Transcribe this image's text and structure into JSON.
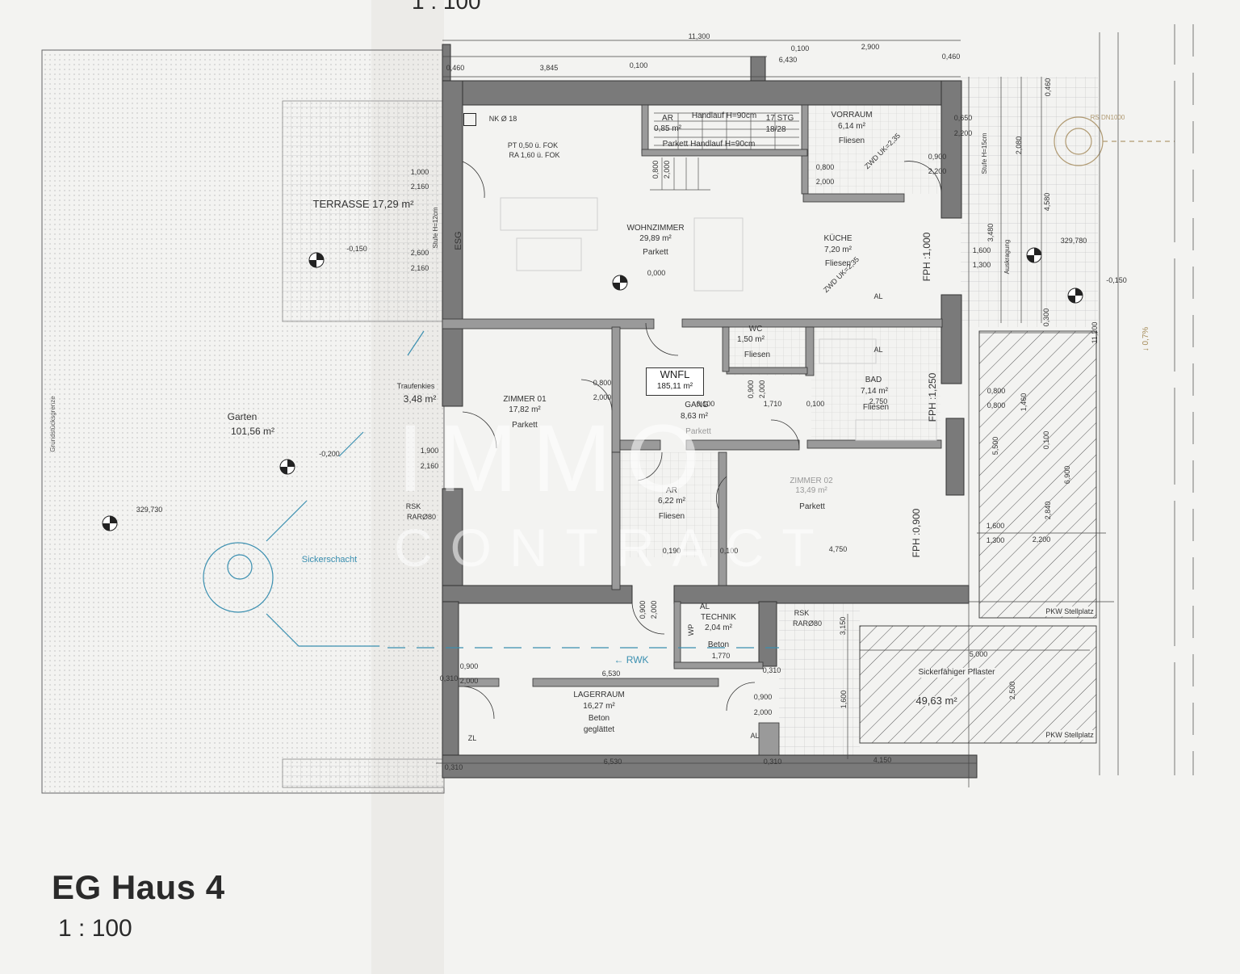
{
  "drawing": {
    "title": "EG Haus 4",
    "scale": "1 : 100",
    "top_scale_partial": "1 : 100",
    "watermark": {
      "line1": "IMMO",
      "line2": "CONTRACT"
    }
  },
  "rooms": {
    "terrasse": "TERRASSE 17,29 m²",
    "garten_name": "Garten",
    "garten_area": "101,56 m²",
    "wohnzimmer": [
      "WOHNZIMMER",
      "29,89 m²",
      "Parkett"
    ],
    "kueche": [
      "KÜCHE",
      "7,20 m²",
      "Fliesen"
    ],
    "vorraum": [
      "VORRAUM",
      "6,14 m²",
      "Fliesen"
    ],
    "ar_top": [
      "AR",
      "0,85 m²",
      "Parkett"
    ],
    "stg": [
      "17 STG",
      "18/28"
    ],
    "zimmer01": [
      "ZIMMER 01",
      "17,82 m²",
      "Parkett"
    ],
    "wnfl": [
      "WNFL",
      "185,11 m²"
    ],
    "gang": [
      "GANG",
      "8,63 m²",
      "Parkett"
    ],
    "wc": [
      "WC",
      "1,50 m²",
      "Fliesen"
    ],
    "bad": [
      "BAD",
      "7,14 m²",
      "Fliesen"
    ],
    "ar_mid": [
      "AR",
      "6,22 m²",
      "Fliesen"
    ],
    "zimmer02": [
      "ZIMMER 02",
      "13,49 m²",
      "Parkett"
    ],
    "technik": [
      "AL",
      "TECHNIK",
      "2,04 m²",
      "Beton"
    ],
    "lagerraum": [
      "LAGERRAUM",
      "16,27 m²",
      "Beton",
      "geglättet"
    ],
    "traufenkies_name": "Traufenkies",
    "traufenkies_area": "3,48 m²",
    "sickerfaehiger_pflaster": "Sickerfähiger Pflaster",
    "pflaster_area": "49,63 m²",
    "pkw1": "PKW Stellplatz",
    "pkw2": "PKW Stellplatz"
  },
  "annotations": {
    "nk": "NK Ø 18",
    "pt": "PT 0,50 ü. FOK",
    "ra": "RA 1,60 ü. FOK",
    "handlauf": "Handlauf H=90cm",
    "handlauf2": "Parkett  Handlauf H=90cm",
    "esg": "ESG",
    "stufe": "Stufe H=12cm",
    "zwd1": "ZWD UK=2,35",
    "zwd2": "ZWD UK=2,35",
    "fph1": "FPH :1,000",
    "fph2": "FPH :1,250",
    "fph3": "FPH :0,900",
    "al1": "AL",
    "al2": "AL",
    "al3": "AL",
    "zl": "ZL",
    "rwk": "← RWK",
    "rsk1": "RSK",
    "rsk1b": "RARØ80",
    "rsk2": "RSK",
    "rsk2b": "RARØ80",
    "sickerschacht": "Sickerschacht",
    "grundstuecksgrenze": "Grundstücksgrenze",
    "wp": "WP",
    "ausgang": "Auskragung",
    "dn": "RS DN1000",
    "slope": "↓ 0,7%",
    "stufe_h": "Stufe H=15cm"
  },
  "levels": [
    "0,000",
    "-0,150",
    "-0,200",
    "329,730",
    "329,780",
    "-0,150"
  ],
  "dimensions": {
    "top_total": "11,300",
    "top_a": "0,460",
    "top_b": "3,845",
    "top_c": "0,100",
    "top_d": "0,100",
    "top_e": "2,900",
    "top_f": "6,430",
    "top_g": "0,460",
    "d1": "1,000",
    "d1b": "2,160",
    "d2": "2,600",
    "d2b": "2,160",
    "d3": "0,800",
    "d3b": "2,000",
    "d4": "0,800",
    "d4b": "2,000",
    "d5": "0,900",
    "d5b": "2,200",
    "d6": "0,650",
    "d6b": "2,200",
    "d7": "1,600",
    "d7b": "1,300",
    "d8": "0,800",
    "d8b": "2,000",
    "d9": "0,800",
    "d9b": "0,800",
    "d10": "1,900",
    "d10b": "2,160",
    "d11": "0,900",
    "d11b": "2,000",
    "d12": "0,900",
    "d12b": "2,000",
    "d13": "0,900",
    "d13b": "2,000",
    "d14": "0,900",
    "d14b": "2,000",
    "d15": "1,600",
    "d15b": "1,300",
    "gang_a": "0,100",
    "gang_b": "1,710",
    "gang_c": "0,100",
    "gang_d": "2,750",
    "z2_a": "0,190",
    "z2_b": "0,100",
    "z2_c": "4,750",
    "lag_a": "6,530",
    "lag_b": "0,310",
    "lag_c": "0,310",
    "bot_a": "0,310",
    "bot_b": "6,530",
    "bot_c": "0,310",
    "bot_d": "4,150",
    "tech_w": "1,770",
    "r1": "2,080",
    "r2": "4,580",
    "r3": "3,480",
    "r4": "11,200",
    "r5": "5,500",
    "r6": "6,900",
    "r7": "2,840",
    "r8": "2,200",
    "r9": "5,000",
    "r10": "3,150",
    "r11": "2,500",
    "r12": "1,600",
    "r13": "0,300",
    "r14": "0,460",
    "r15": "1,460",
    "r16": "0,100"
  }
}
